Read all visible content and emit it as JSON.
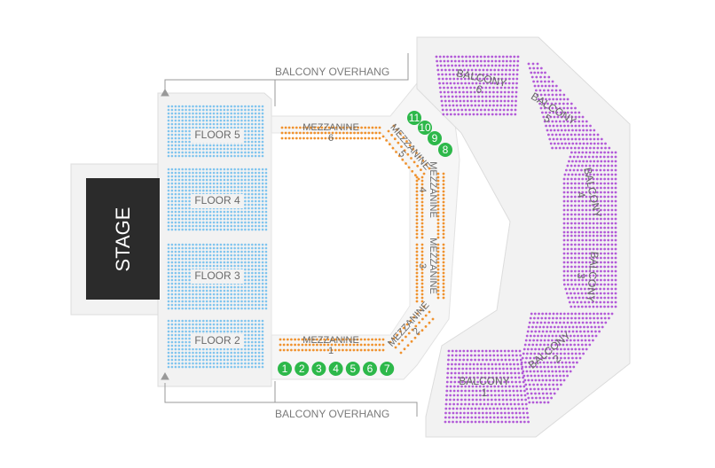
{
  "labels": {
    "stage": "STAGE",
    "overhang_top": "BALCONY OVERHANG",
    "overhang_bottom": "BALCONY OVERHANG"
  },
  "floor_sections": [
    {
      "id": "floor-5",
      "name": "FLOOR 5"
    },
    {
      "id": "floor-4",
      "name": "FLOOR 4"
    },
    {
      "id": "floor-3",
      "name": "FLOOR 3"
    },
    {
      "id": "floor-2",
      "name": "FLOOR 2"
    }
  ],
  "mezzanine_sections": [
    {
      "id": "mezzanine-6",
      "name": "MEZZANINE",
      "num": "6"
    },
    {
      "id": "mezzanine-5",
      "name": "MEZZANINE",
      "num": "5"
    },
    {
      "id": "mezzanine-4",
      "name": "MEZZANINE",
      "num": "4"
    },
    {
      "id": "mezzanine-3",
      "name": "MEZZANINE",
      "num": "3"
    },
    {
      "id": "mezzanine-2",
      "name": "MEZZANINE",
      "num": "2"
    },
    {
      "id": "mezzanine-1",
      "name": "MEZZANINE",
      "num": "1"
    }
  ],
  "balcony_sections": [
    {
      "id": "balcony-6",
      "name": "BALCONY",
      "num": "6"
    },
    {
      "id": "balcony-5",
      "name": "BALCONY",
      "num": "5"
    },
    {
      "id": "balcony-4",
      "name": "BALCONY",
      "num": "4"
    },
    {
      "id": "balcony-3",
      "name": "BALCONY",
      "num": "3"
    },
    {
      "id": "balcony-2",
      "name": "BALCONY",
      "num": "2"
    },
    {
      "id": "balcony-1",
      "name": "BALCONY",
      "num": "1"
    }
  ],
  "boxes_lower": [
    "1",
    "2",
    "3",
    "4",
    "5",
    "6",
    "7"
  ],
  "boxes_upper": [
    "11",
    "10",
    "9",
    "8"
  ],
  "colors": {
    "floor": "#7fc4ee",
    "mezzanine": "#f0922e",
    "balcony": "#b25ad8",
    "box": "#2db84a",
    "stage": "#2b2b2b",
    "venue_fill": "#f2f2f2",
    "venue_stroke": "#dcdcdc"
  }
}
